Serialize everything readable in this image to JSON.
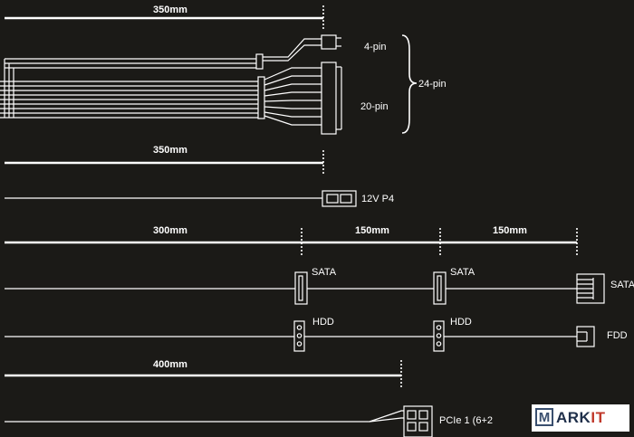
{
  "colors": {
    "background": "#1b1a17",
    "line": "#ffffff",
    "watermark_accent": "#c0392b"
  },
  "cables": {
    "atx": {
      "length_label": "350mm",
      "connector_4pin_label": "4-pin",
      "connector_20pin_label": "20-pin",
      "group_label": "24-pin"
    },
    "cpu": {
      "length_label": "350mm",
      "connector_label": "12V P4"
    },
    "sata": {
      "segment_labels": [
        "300mm",
        "150mm",
        "150mm"
      ],
      "connector_labels": [
        "SATA",
        "SATA",
        "SATA"
      ]
    },
    "molex": {
      "connector_labels": [
        "HDD",
        "HDD",
        "FDD"
      ]
    },
    "pcie": {
      "length_label": "400mm",
      "connector_label": "PCIe 1 (6+2"
    }
  },
  "watermark": {
    "initial": "M",
    "text": "ARK",
    "accent": "IT"
  }
}
